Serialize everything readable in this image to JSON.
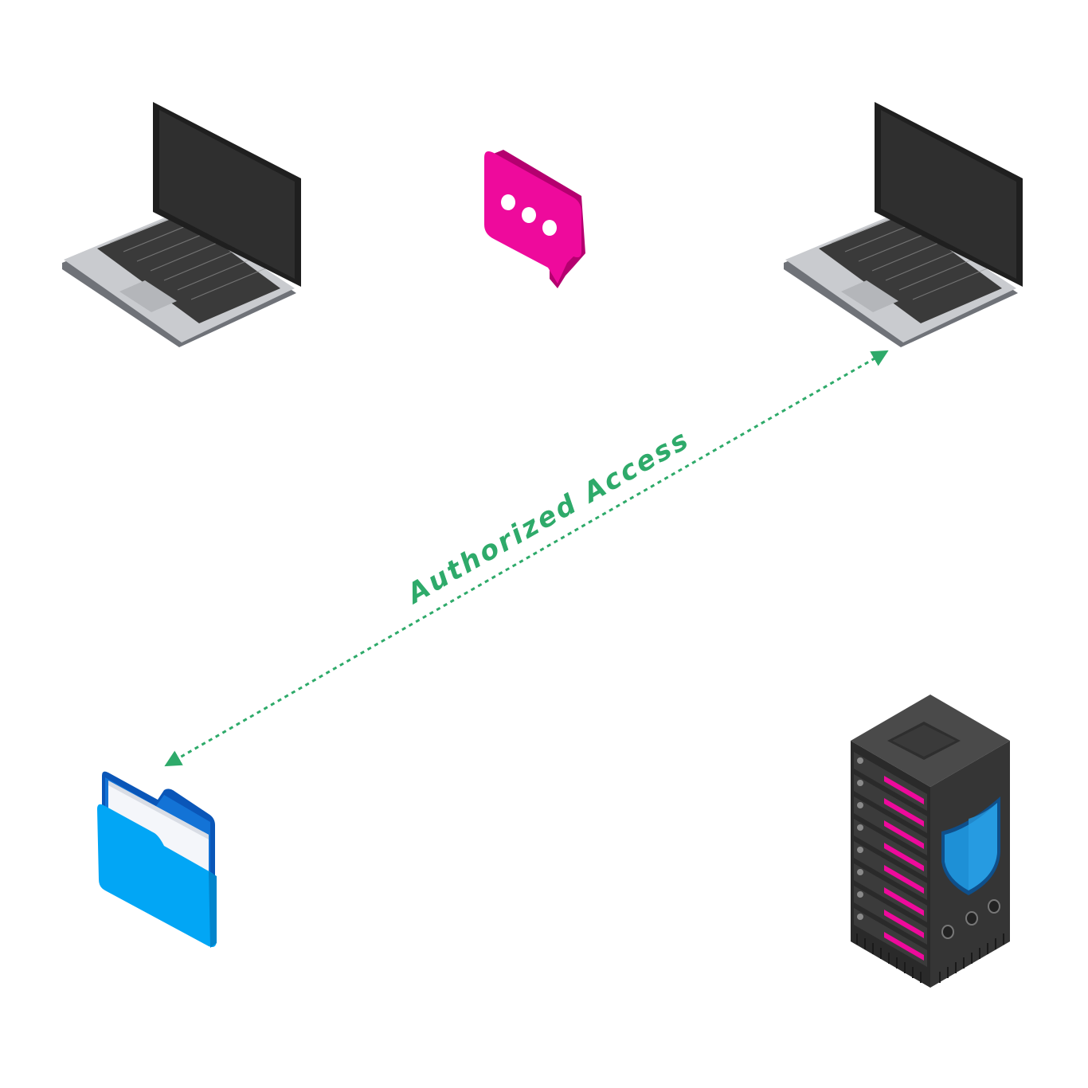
{
  "connection": {
    "label": "Authorized Access",
    "color": "#2eaa6a"
  },
  "nodes": [
    {
      "id": "laptop-left",
      "icon": "laptop-icon"
    },
    {
      "id": "chat-bubble",
      "icon": "chat-bubble-icon",
      "color": "#ee0a9c"
    },
    {
      "id": "laptop-right",
      "icon": "laptop-icon"
    },
    {
      "id": "folder",
      "icon": "folder-icon",
      "color": "#02a6f5"
    },
    {
      "id": "server",
      "icon": "server-rack-icon",
      "accent": "#ee0a9c",
      "shield": "#1e90d6"
    }
  ]
}
